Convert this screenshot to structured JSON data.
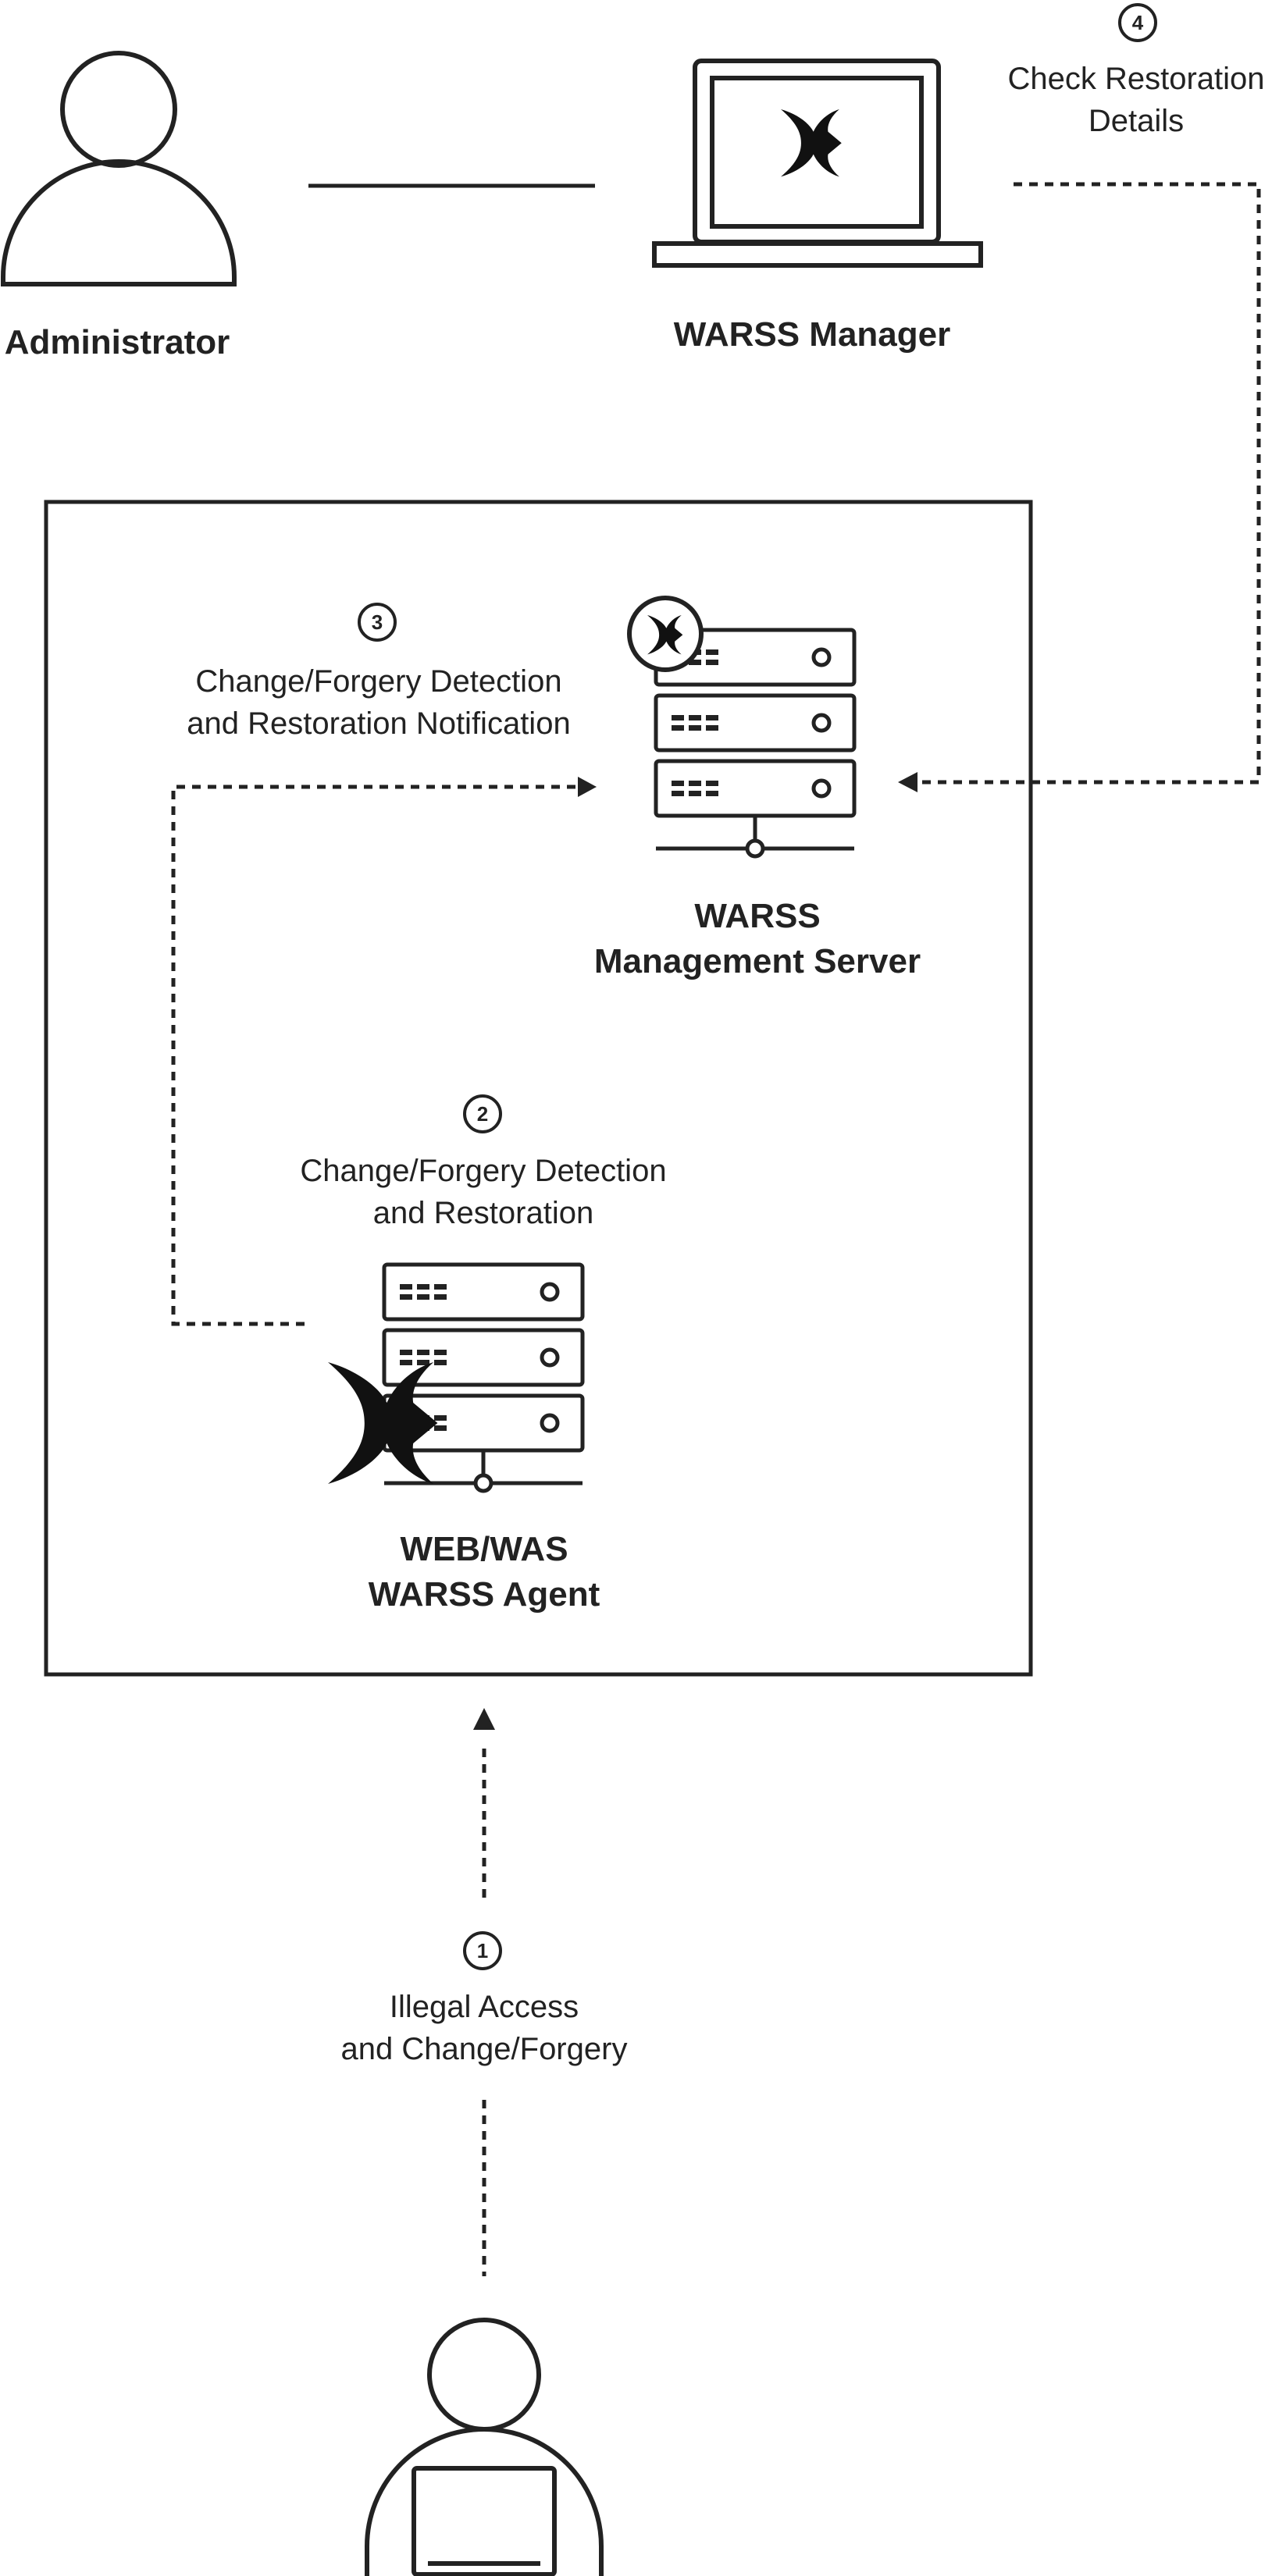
{
  "actors": {
    "administrator": "Administrator",
    "manager": "WARSS Manager",
    "server_line1": "WARSS",
    "server_line2": "Management Server",
    "agent_line1": "WEB/WAS",
    "agent_line2": "WARSS Agent"
  },
  "steps": [
    {
      "num": "1",
      "line1": "Illegal Access",
      "line2": "and Change/Forgery"
    },
    {
      "num": "2",
      "line1": "Change/Forgery Detection",
      "line2": "and Restoration"
    },
    {
      "num": "3",
      "line1": "Change/Forgery Detection",
      "line2": "and Restoration Notification"
    },
    {
      "num": "4",
      "line1": "Check Restoration",
      "line2": "Details"
    }
  ],
  "colors": {
    "stroke": "#222222",
    "background": "#ffffff"
  },
  "icons": [
    "administrator-person-icon",
    "laptop-icon",
    "warss-logo-icon",
    "server-rack-icon",
    "attacker-person-icon"
  ]
}
